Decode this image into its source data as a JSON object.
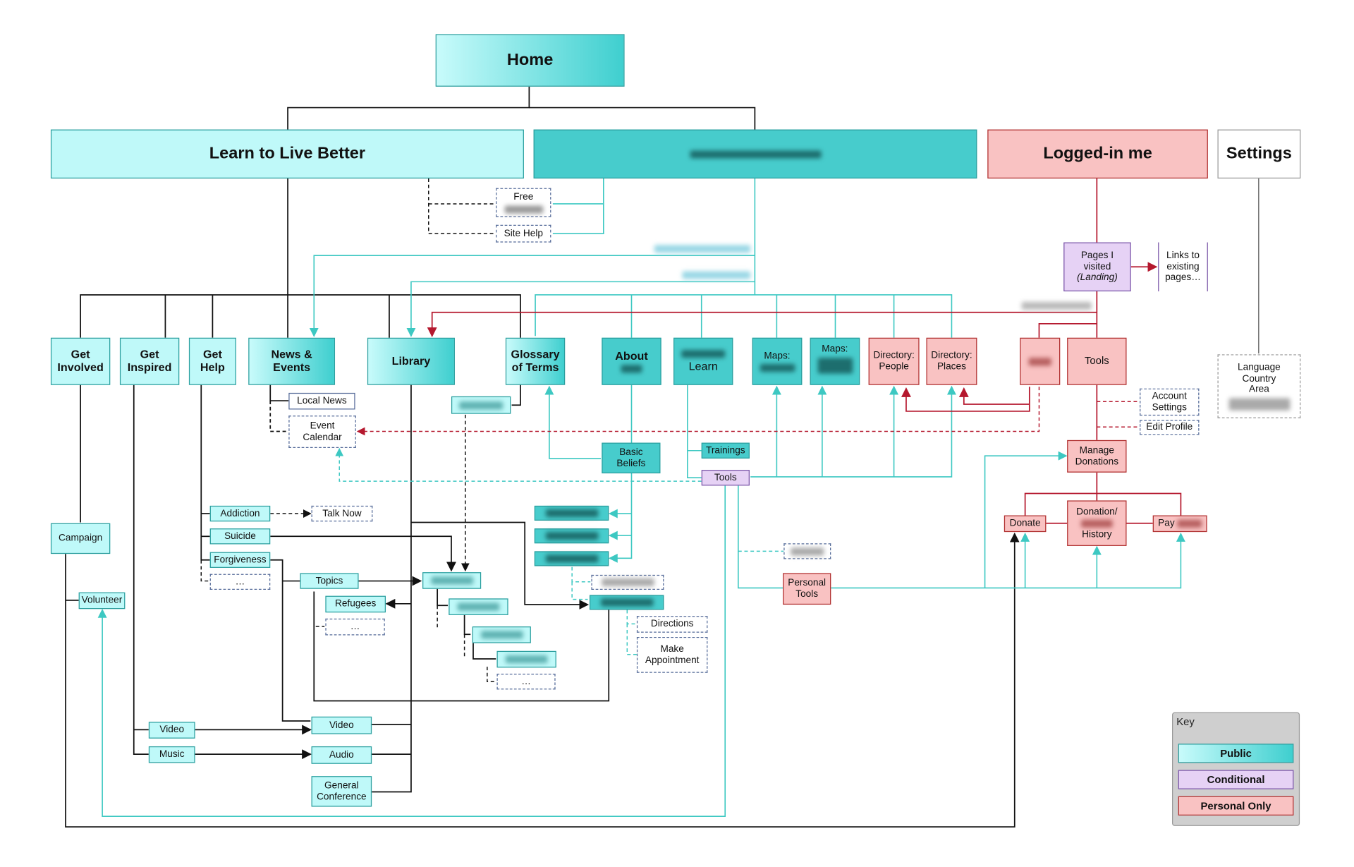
{
  "top": {
    "home": "Home",
    "learn": "Learn to Live Better",
    "loggedin": "Logged-in me",
    "settings": "Settings"
  },
  "misc": {
    "free": "Free",
    "site_help": "Site Help",
    "pages_visited": [
      "Pages I",
      "visited",
      "(Landing)"
    ],
    "links_existing": [
      "Links to",
      "existing",
      "pages…"
    ],
    "language": [
      "Language",
      "Country",
      "Area"
    ]
  },
  "sections": {
    "get_involved": [
      "Get",
      "Involved"
    ],
    "get_inspired": [
      "Get",
      "Inspired"
    ],
    "get_help": [
      "Get",
      "Help"
    ],
    "news_events": [
      "News &",
      "Events"
    ],
    "library": "Library",
    "glossary": [
      "Glossary",
      "of Terms"
    ],
    "about": "About",
    "learn_word": "Learn",
    "maps1": "Maps:",
    "maps2": "Maps:",
    "dir_people": [
      "Directory:",
      "People"
    ],
    "dir_places": [
      "Directory:",
      "Places"
    ],
    "tools_right": "Tools"
  },
  "items": {
    "local_news": "Local News",
    "event_calendar": [
      "Event",
      "Calendar"
    ],
    "basic_beliefs": [
      "Basic",
      "Beliefs"
    ],
    "trainings": "Trainings",
    "tools_mid": "Tools",
    "account_settings": [
      "Account",
      "Settings"
    ],
    "edit_profile": "Edit Profile",
    "manage_donations": [
      "Manage",
      "Donations"
    ],
    "donate": "Donate",
    "donation_history": [
      "Donation/",
      "History"
    ],
    "pay": "Pay",
    "personal_tools": [
      "Personal",
      "Tools"
    ],
    "campaign": "Campaign",
    "volunteer": "Volunteer",
    "addiction": "Addiction",
    "talk_now": "Talk Now",
    "suicide": "Suicide",
    "forgiveness": "Forgiveness",
    "ellipsis": "…",
    "topics": "Topics",
    "refugees": "Refugees",
    "directions": "Directions",
    "make_appointment": [
      "Make",
      "Appointment"
    ],
    "video_left": "Video",
    "music": "Music",
    "video_right": "Video",
    "audio": "Audio",
    "general_conference": [
      "General",
      "Conference"
    ]
  },
  "key": {
    "title": "Key",
    "public": "Public",
    "conditional": "Conditional",
    "personal": "Personal Only"
  },
  "colors": {
    "public": "#47cccc",
    "public_light": "#bff9f9",
    "conditional": "#e6d2f5",
    "personal": "#f9c2c2",
    "link_public": "#3dc8c2",
    "link_personal": "#b5182e",
    "link_default": "#111111"
  }
}
